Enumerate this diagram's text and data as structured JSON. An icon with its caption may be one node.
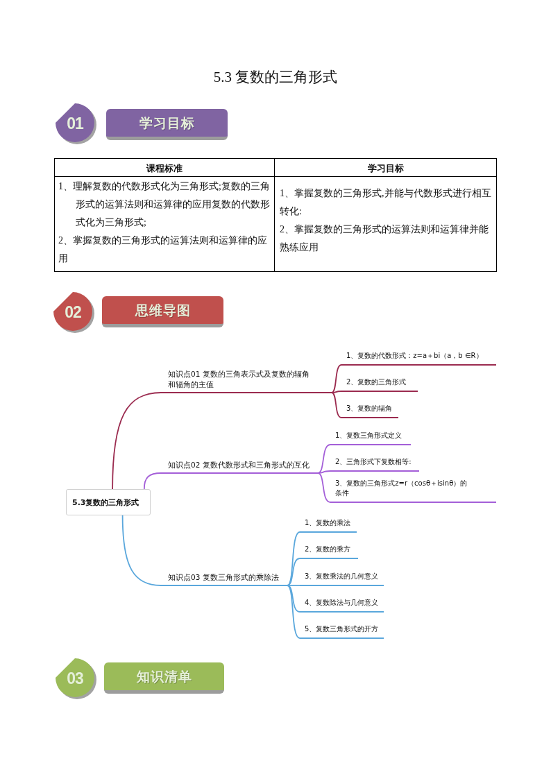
{
  "diagram": {
    "title": "5.3 复数的三角形式",
    "nodes": [
      {
        "text": [
          "01"
        ]
      },
      {
        "text": [
          "学习目标"
        ]
      },
      {
        "text": [
          "02"
        ]
      },
      {
        "text": [
          "思维导图"
        ]
      },
      {
        "text": [
          "5.3复数的三角形式"
        ]
      },
      {
        "text": [
          "知识点01 复数的三角表示式及复数的辐角和辐角的主值"
        ]
      },
      {
        "text": [
          "1、复数的代数形式：z=a＋bi（a，b ∈R）"
        ]
      },
      {
        "text": [
          "2、复数的三角形式"
        ]
      },
      {
        "text": [
          "3、复数的辐角"
        ]
      },
      {
        "text": [
          "知识点02 复数代数形式和三角形式的互化"
        ]
      },
      {
        "text": [
          "1、复数三角形式定义"
        ]
      },
      {
        "text": [
          "2、三角形式下复数相等:"
        ]
      },
      {
        "text": [
          "3、复数的三角形式z=r（cosθ＋isinθ）的条件"
        ]
      },
      {
        "text": [
          "知识点03 复数三角形式的乘除法"
        ]
      },
      {
        "text": [
          "1、复数的乘法"
        ]
      },
      {
        "text": [
          "2、复数的乘方"
        ]
      },
      {
        "text": [
          "3、复数乘法的几何意义"
        ]
      },
      {
        "text": [
          "4、复数除法与几何意义"
        ]
      },
      {
        "text": [
          "5、复数三角形式的开方"
        ]
      },
      {
        "text": [
          "03"
        ]
      },
      {
        "text": [
          "知识清单"
        ]
      }
    ],
    "edges": [
      {
        "from": 4,
        "to": 5,
        "arrow": "none",
        "color": "#9b2b4f"
      },
      {
        "from": 5,
        "to": 6,
        "arrow": "none",
        "color": "#9b2b4f"
      },
      {
        "from": 5,
        "to": 7,
        "arrow": "none",
        "color": "#9b2b4f"
      },
      {
        "from": 5,
        "to": 8,
        "arrow": "none",
        "color": "#9b2b4f"
      },
      {
        "from": 4,
        "to": 9,
        "arrow": "none",
        "color": "#a45fd8"
      },
      {
        "from": 9,
        "to": 10,
        "arrow": "none",
        "color": "#a45fd8"
      },
      {
        "from": 9,
        "to": 11,
        "arrow": "none",
        "color": "#a45fd8"
      },
      {
        "from": 9,
        "to": 12,
        "arrow": "none",
        "color": "#a45fd8"
      },
      {
        "from": 4,
        "to": 13,
        "arrow": "none"
      },
      {
        "from": 13,
        "to": 14,
        "arrow": "none"
      },
      {
        "from": 13,
        "to": 15,
        "arrow": "none"
      },
      {
        "from": 13,
        "to": 16,
        "arrow": "none"
      },
      {
        "from": 13,
        "to": 17,
        "arrow": "none"
      },
      {
        "from": 13,
        "to": 18,
        "arrow": "none"
      }
    ],
    "labels": [
      "课程标准",
      "学习目标",
      "1、理解复数的代数形式化为三角形式;复数的三角形式的运算法则和运算律的应用复数的代数形式化为三角形式;",
      "2、掌握复数的三角形式的运算法则和运算律的应用",
      "1、掌握复数的三角形式,并能与代数形式进行相互转化:",
      "2、掌握复数的三角形式的运算法则和运算律并能熟练应用"
    ]
  }
}
